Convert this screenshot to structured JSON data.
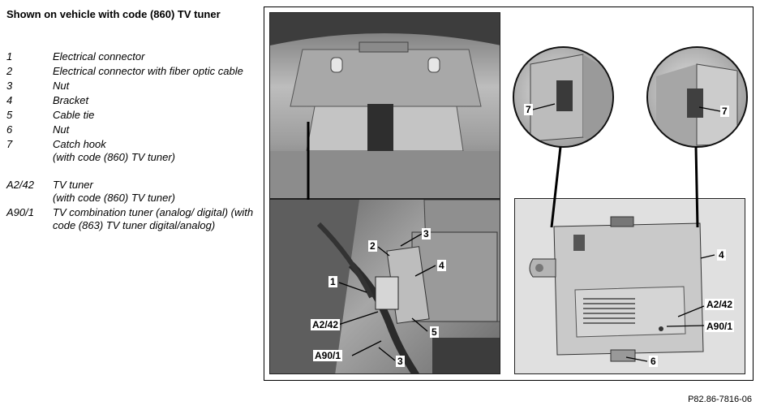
{
  "title": "Shown on vehicle with code (860) TV tuner",
  "legend": {
    "items": [
      {
        "num": "1",
        "desc": "Electrical connector"
      },
      {
        "num": "2",
        "desc": "Electrical connector with fiber optic cable"
      },
      {
        "num": "3",
        "desc": "Nut"
      },
      {
        "num": "4",
        "desc": "Bracket"
      },
      {
        "num": "5",
        "desc": "Cable tie"
      },
      {
        "num": "6",
        "desc": "Nut"
      },
      {
        "num": "7",
        "desc": "Catch hook\n(with code (860) TV tuner)"
      }
    ],
    "items2": [
      {
        "num": "A2/42",
        "desc": "TV tuner\n(with code (860) TV tuner)"
      },
      {
        "num": "A90/1",
        "desc": "TV combination tuner (analog/ digital) (with code (863) TV tuner digital/analog)"
      }
    ]
  },
  "callouts": {
    "bottom_left": {
      "c1": "1",
      "c2": "2",
      "c3a": "3",
      "c4": "4",
      "c5": "5",
      "a242": "A2/42",
      "a901": "A90/1",
      "c3b": "3"
    },
    "circle_left": {
      "c7": "7"
    },
    "circle_right": {
      "c7": "7"
    },
    "right_panel": {
      "c4": "4",
      "a242": "A2/42",
      "a901": "A90/1",
      "c6": "6"
    }
  },
  "reference": "P82.86-7816-06"
}
